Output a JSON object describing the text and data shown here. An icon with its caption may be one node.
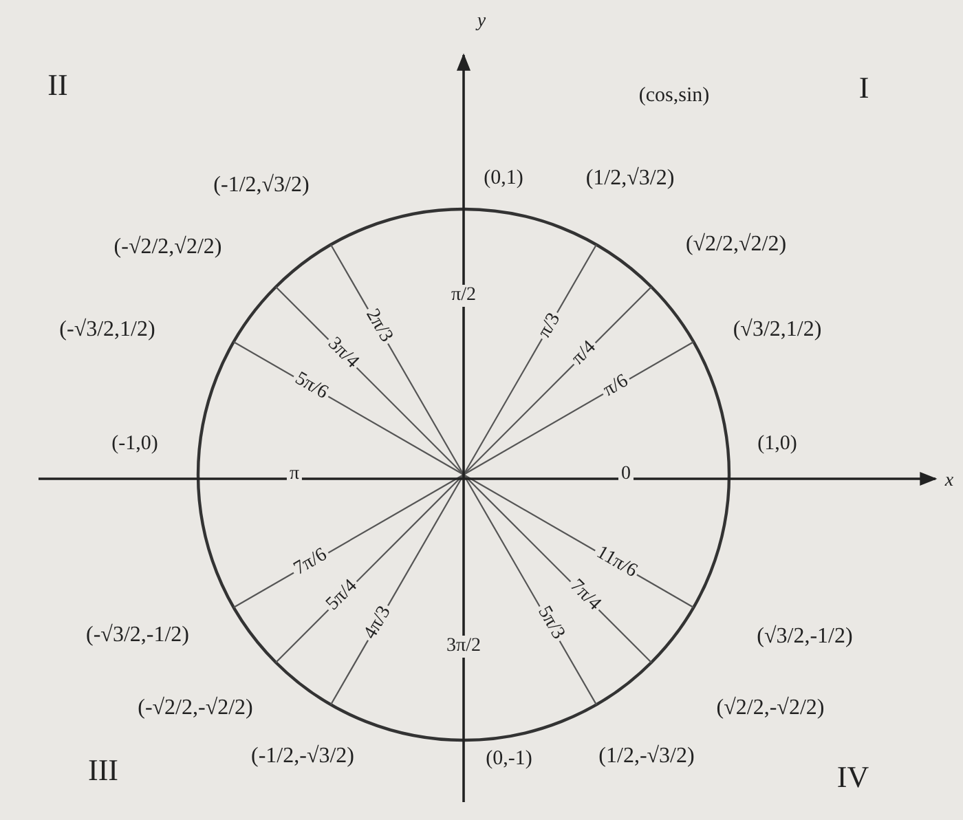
{
  "diagram": {
    "labels": [
      "y",
      "II",
      "(cos,sin)",
      "I",
      "(-1/2,√3/2)",
      "(0,1)",
      "(1/2,√3/2)",
      "(-√2/2,√2/2)",
      "(√2/2,√2/2)",
      "π/2",
      "2π/3",
      "π/3",
      "3π/4",
      "π/4",
      "(-√3/2,1/2)",
      "(√3/2,1/2)",
      "5π/6",
      "π/6",
      "(-1,0)",
      "(1,0)",
      "π",
      "0",
      "x",
      "7π/6",
      "11π/6",
      "5π/4",
      "7π/4",
      "4π/3",
      "5π/3",
      "(-√3/2,-1/2)",
      "(√3/2,-1/2)",
      "3π/2",
      "(-√2/2,-√2/2)",
      "(√2/2,-√2/2)",
      "III",
      "(-1/2,-√3/2)",
      "(0,-1)",
      "(1/2,-√3/2)",
      "IV"
    ]
  }
}
